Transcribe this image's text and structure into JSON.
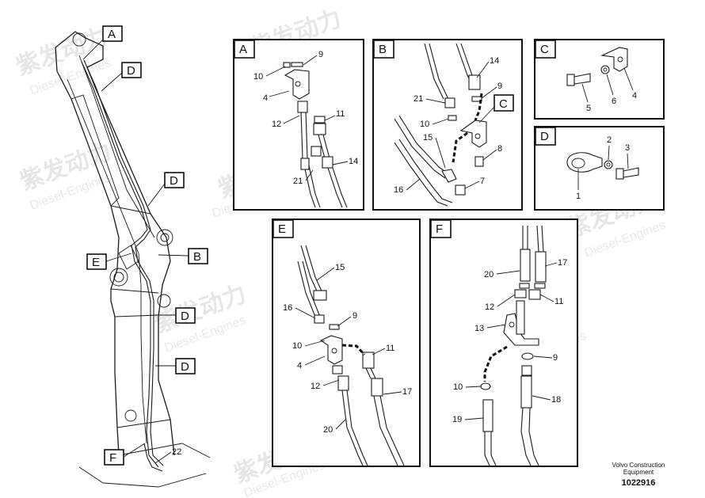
{
  "watermark": {
    "cn": "紫发动力",
    "en": "Diesel-Engines"
  },
  "panels": [
    {
      "id": "A",
      "parts": [
        "9",
        "10",
        "4",
        "11",
        "12",
        "14",
        "21"
      ]
    },
    {
      "id": "B",
      "parts": [
        "14",
        "9",
        "21",
        "10",
        "15",
        "8",
        "16",
        "7"
      ],
      "ref": "C"
    },
    {
      "id": "C",
      "parts": [
        "5",
        "6",
        "4"
      ]
    },
    {
      "id": "D",
      "parts": [
        "2",
        "3",
        "1"
      ]
    },
    {
      "id": "E",
      "parts": [
        "15",
        "16",
        "9",
        "10",
        "11",
        "4",
        "12",
        "17",
        "20"
      ]
    },
    {
      "id": "F",
      "parts": [
        "17",
        "20",
        "12",
        "11",
        "13",
        "9",
        "10",
        "18",
        "19"
      ]
    }
  ],
  "overview": {
    "callouts": [
      "A",
      "D",
      "D",
      "B",
      "E",
      "D",
      "D",
      "F"
    ],
    "part": "22"
  },
  "footer": {
    "brand": "Volvo Construction",
    "brand2": "Equipment",
    "number": "1022916"
  }
}
